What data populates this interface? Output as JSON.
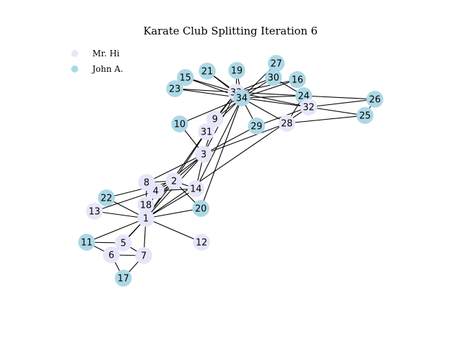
{
  "title": "Karate Club Splitting Iteration 6",
  "colors": {
    "mr_hi": "#e6e6fa",
    "john_a": "#add8e6",
    "edge": "#000000"
  },
  "legend": [
    {
      "label": "Mr. Hi",
      "group": "mr_hi"
    },
    {
      "label": "John A.",
      "group": "john_a"
    }
  ],
  "nodes": [
    {
      "id": "1",
      "group": "mr_hi"
    },
    {
      "id": "2",
      "group": "mr_hi"
    },
    {
      "id": "3",
      "group": "mr_hi"
    },
    {
      "id": "4",
      "group": "mr_hi"
    },
    {
      "id": "5",
      "group": "mr_hi"
    },
    {
      "id": "6",
      "group": "mr_hi"
    },
    {
      "id": "7",
      "group": "mr_hi"
    },
    {
      "id": "8",
      "group": "mr_hi"
    },
    {
      "id": "9",
      "group": "mr_hi"
    },
    {
      "id": "10",
      "group": "john_a"
    },
    {
      "id": "11",
      "group": "john_a"
    },
    {
      "id": "12",
      "group": "mr_hi"
    },
    {
      "id": "13",
      "group": "mr_hi"
    },
    {
      "id": "14",
      "group": "mr_hi"
    },
    {
      "id": "15",
      "group": "john_a"
    },
    {
      "id": "16",
      "group": "john_a"
    },
    {
      "id": "17",
      "group": "john_a"
    },
    {
      "id": "18",
      "group": "mr_hi"
    },
    {
      "id": "19",
      "group": "john_a"
    },
    {
      "id": "20",
      "group": "john_a"
    },
    {
      "id": "21",
      "group": "john_a"
    },
    {
      "id": "22",
      "group": "john_a"
    },
    {
      "id": "23",
      "group": "john_a"
    },
    {
      "id": "24",
      "group": "john_a"
    },
    {
      "id": "25",
      "group": "john_a"
    },
    {
      "id": "26",
      "group": "john_a"
    },
    {
      "id": "27",
      "group": "john_a"
    },
    {
      "id": "28",
      "group": "mr_hi"
    },
    {
      "id": "29",
      "group": "john_a"
    },
    {
      "id": "30",
      "group": "john_a"
    },
    {
      "id": "31",
      "group": "mr_hi"
    },
    {
      "id": "32",
      "group": "mr_hi"
    },
    {
      "id": "33",
      "group": "mr_hi"
    },
    {
      "id": "34",
      "group": "john_a"
    }
  ],
  "edges": [
    [
      "1",
      "2"
    ],
    [
      "1",
      "3"
    ],
    [
      "1",
      "4"
    ],
    [
      "1",
      "5"
    ],
    [
      "1",
      "6"
    ],
    [
      "1",
      "7"
    ],
    [
      "1",
      "8"
    ],
    [
      "1",
      "9"
    ],
    [
      "1",
      "11"
    ],
    [
      "1",
      "12"
    ],
    [
      "1",
      "13"
    ],
    [
      "1",
      "14"
    ],
    [
      "1",
      "18"
    ],
    [
      "1",
      "20"
    ],
    [
      "1",
      "22"
    ],
    [
      "1",
      "32"
    ],
    [
      "2",
      "3"
    ],
    [
      "2",
      "4"
    ],
    [
      "2",
      "8"
    ],
    [
      "2",
      "14"
    ],
    [
      "2",
      "18"
    ],
    [
      "2",
      "20"
    ],
    [
      "2",
      "22"
    ],
    [
      "2",
      "31"
    ],
    [
      "3",
      "4"
    ],
    [
      "3",
      "8"
    ],
    [
      "3",
      "9"
    ],
    [
      "3",
      "10"
    ],
    [
      "3",
      "14"
    ],
    [
      "3",
      "28"
    ],
    [
      "3",
      "29"
    ],
    [
      "3",
      "33"
    ],
    [
      "4",
      "8"
    ],
    [
      "4",
      "13"
    ],
    [
      "4",
      "14"
    ],
    [
      "5",
      "7"
    ],
    [
      "5",
      "11"
    ],
    [
      "6",
      "7"
    ],
    [
      "6",
      "11"
    ],
    [
      "6",
      "17"
    ],
    [
      "7",
      "17"
    ],
    [
      "9",
      "31"
    ],
    [
      "9",
      "33"
    ],
    [
      "9",
      "34"
    ],
    [
      "10",
      "34"
    ],
    [
      "14",
      "34"
    ],
    [
      "15",
      "33"
    ],
    [
      "15",
      "34"
    ],
    [
      "16",
      "33"
    ],
    [
      "16",
      "34"
    ],
    [
      "19",
      "33"
    ],
    [
      "19",
      "34"
    ],
    [
      "20",
      "34"
    ],
    [
      "21",
      "33"
    ],
    [
      "21",
      "34"
    ],
    [
      "23",
      "33"
    ],
    [
      "23",
      "34"
    ],
    [
      "24",
      "26"
    ],
    [
      "24",
      "28"
    ],
    [
      "24",
      "30"
    ],
    [
      "24",
      "33"
    ],
    [
      "24",
      "34"
    ],
    [
      "25",
      "26"
    ],
    [
      "25",
      "28"
    ],
    [
      "25",
      "32"
    ],
    [
      "26",
      "32"
    ],
    [
      "27",
      "30"
    ],
    [
      "27",
      "34"
    ],
    [
      "28",
      "34"
    ],
    [
      "29",
      "32"
    ],
    [
      "29",
      "34"
    ],
    [
      "30",
      "33"
    ],
    [
      "30",
      "34"
    ],
    [
      "31",
      "33"
    ],
    [
      "31",
      "34"
    ],
    [
      "32",
      "33"
    ],
    [
      "32",
      "34"
    ],
    [
      "33",
      "34"
    ]
  ]
}
